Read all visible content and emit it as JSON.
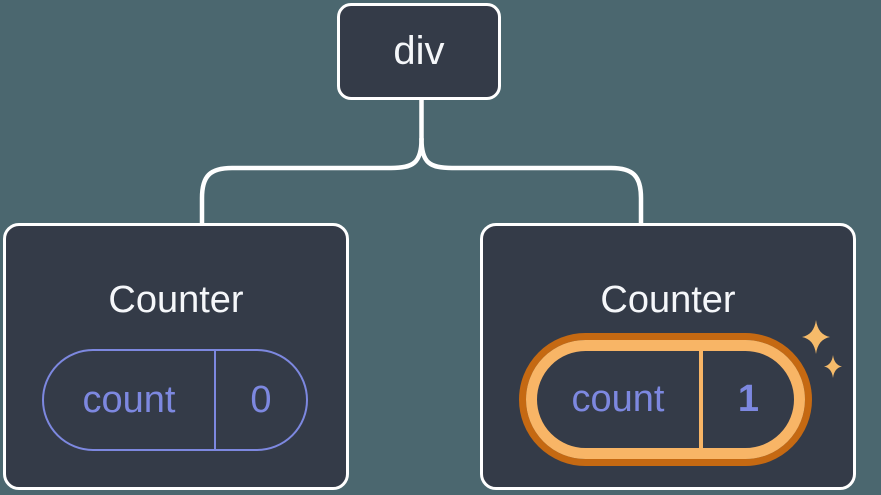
{
  "diagram": {
    "description": "React component tree diagram: a div root with two Counter children, each holding a count state pill; the second counter's state is highlighted",
    "root": {
      "label": "div"
    },
    "children": [
      {
        "title": "Counter",
        "state": {
          "key": "count",
          "value": "0"
        },
        "highlighted": false
      },
      {
        "title": "Counter",
        "state": {
          "key": "count",
          "value": "1"
        },
        "highlighted": true
      }
    ]
  },
  "icons": {
    "sparkle_large": "sparkle-icon",
    "sparkle_small": "sparkle-icon"
  },
  "colors": {
    "bg": "#4b676f",
    "card_bg": "#343b48",
    "line": "#ffffff",
    "purple": "#7d88e0",
    "orange_dark": "#c56912",
    "orange_light": "#f8b566",
    "sparkle": "#f6bb6a",
    "text_white": "#f5f7fa"
  }
}
